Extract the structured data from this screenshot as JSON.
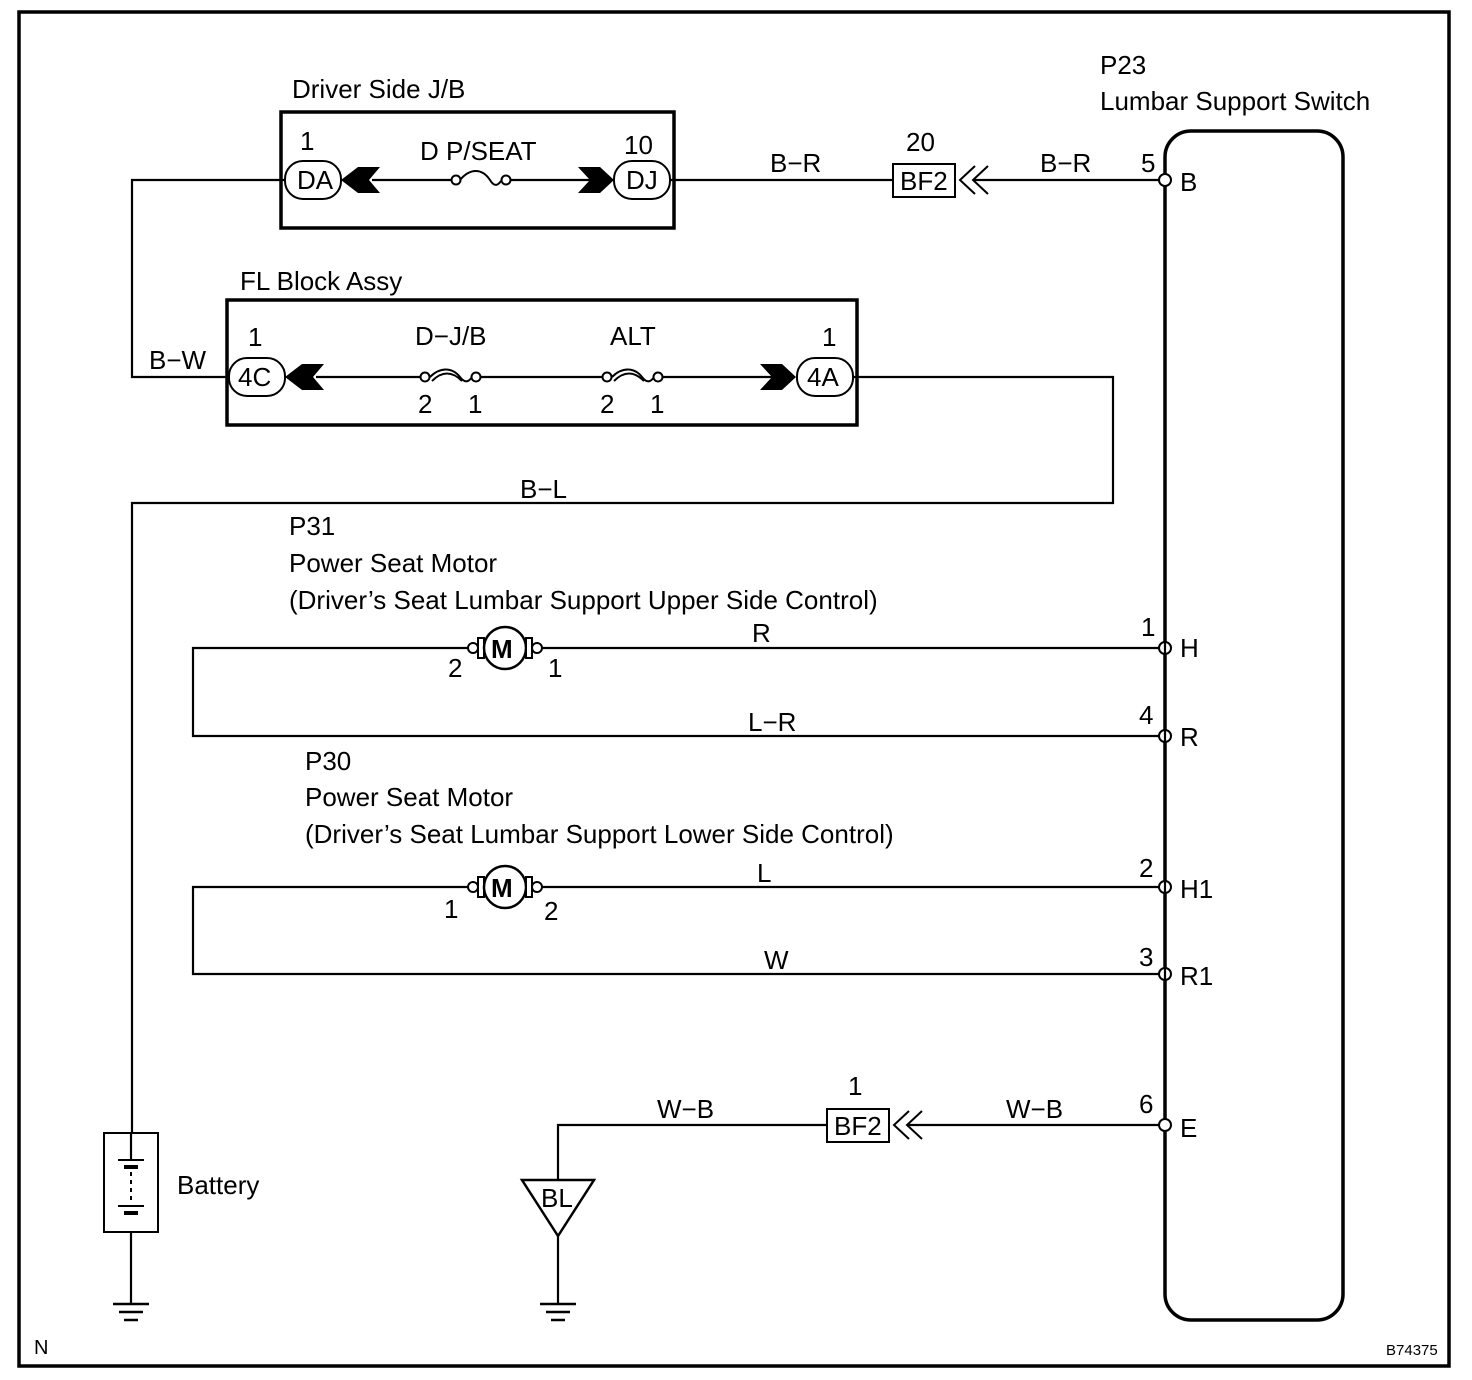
{
  "diagram": {
    "switch": {
      "code": "P23",
      "name": "Lumbar Support Switch"
    },
    "driver_jb": {
      "title": "Driver Side J/B",
      "fuse": "D P/SEAT",
      "left_connector": {
        "id": "DA",
        "pin": "1"
      },
      "right_connector": {
        "id": "DJ",
        "pin": "10"
      }
    },
    "fl_block": {
      "title": "FL Block Assy",
      "left_connector": {
        "id": "4C",
        "pin": "1"
      },
      "right_connector": {
        "id": "4A",
        "pin": "1"
      },
      "fuse1": {
        "name": "D−J/B",
        "pin_a": "2",
        "pin_b": "1"
      },
      "fuse2": {
        "name": "ALT",
        "pin_a": "2",
        "pin_b": "1"
      }
    },
    "bf2_top": {
      "label": "BF2",
      "pin": "20"
    },
    "bf2_bottom": {
      "label": "BF2",
      "pin": "1"
    },
    "motor_upper": {
      "code": "P31",
      "name": "Power Seat Motor",
      "desc": "(Driver’s Seat Lumbar Support Upper Side Control)",
      "symbol": "M",
      "pin_left": "2",
      "pin_right": "1"
    },
    "motor_lower": {
      "code": "P30",
      "name": "Power Seat Motor",
      "desc": "(Driver’s Seat Lumbar Support Lower Side Control)",
      "symbol": "M",
      "pin_left": "1",
      "pin_right": "2"
    },
    "wires": {
      "b_r_1": "B−R",
      "b_r_2": "B−R",
      "b_w": "B−W",
      "b_l": "B−L",
      "r": "R",
      "l_r": "L−R",
      "l": "L",
      "w": "W",
      "w_b_1": "W−B",
      "w_b_2": "W−B"
    },
    "terminals": [
      {
        "pin": "5",
        "name": "B"
      },
      {
        "pin": "1",
        "name": "H"
      },
      {
        "pin": "4",
        "name": "R"
      },
      {
        "pin": "2",
        "name": "H1"
      },
      {
        "pin": "3",
        "name": "R1"
      },
      {
        "pin": "6",
        "name": "E"
      }
    ],
    "battery": "Battery",
    "ground_point": "BL",
    "corner_left": "N",
    "figure_id": "B74375"
  }
}
